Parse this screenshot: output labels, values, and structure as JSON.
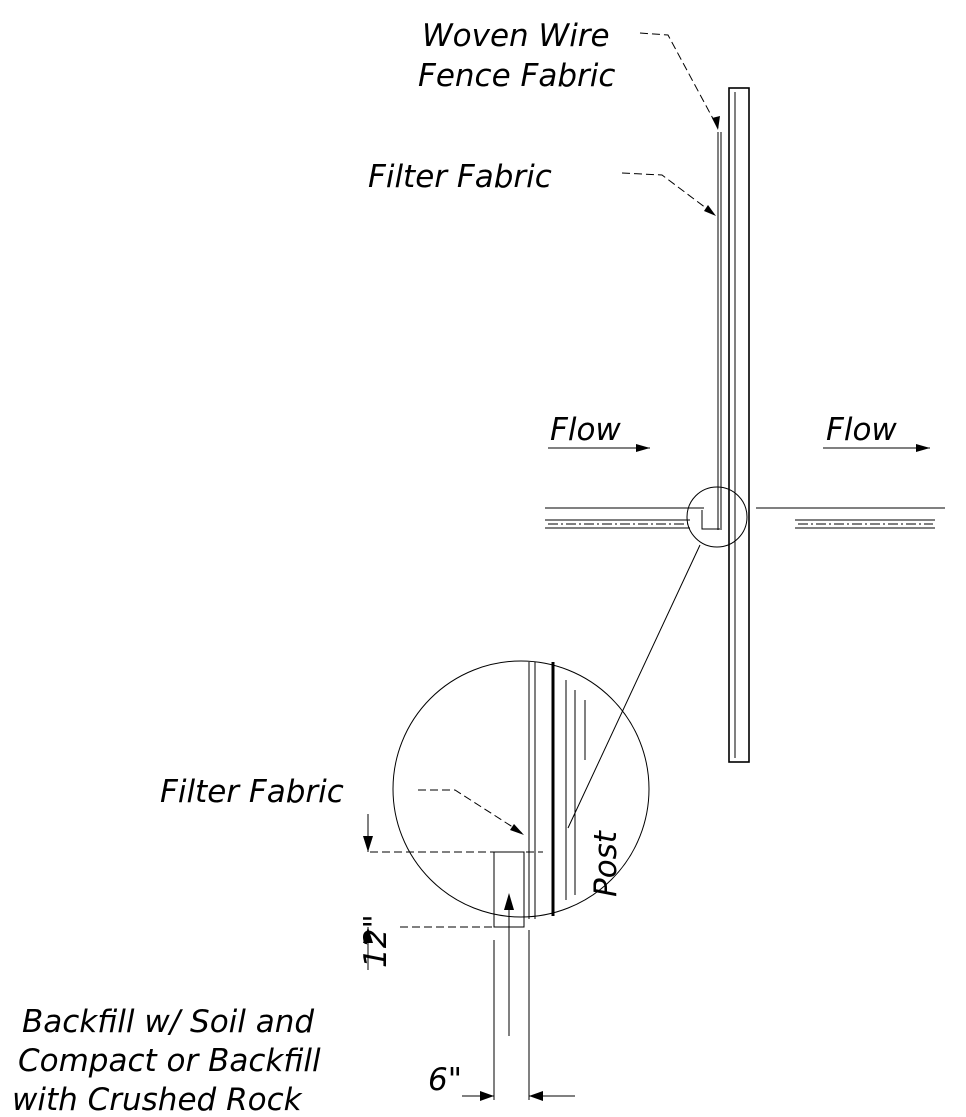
{
  "labels": {
    "woven_wire_1": "Woven Wire",
    "woven_wire_2": "Fence Fabric",
    "filter_fabric_top": "Filter Fabric",
    "flow_left": "Flow",
    "flow_right": "Flow",
    "filter_fabric_detail": "Filter Fabric",
    "post": "Post",
    "dim_depth": "12\"",
    "dim_width": "6\"",
    "backfill_1": "Backfill w/ Soil and",
    "backfill_2": "Compact or Backfill",
    "backfill_3": "with Crushed Rock"
  },
  "colors": {
    "line": "#000000",
    "background": "#ffffff"
  }
}
